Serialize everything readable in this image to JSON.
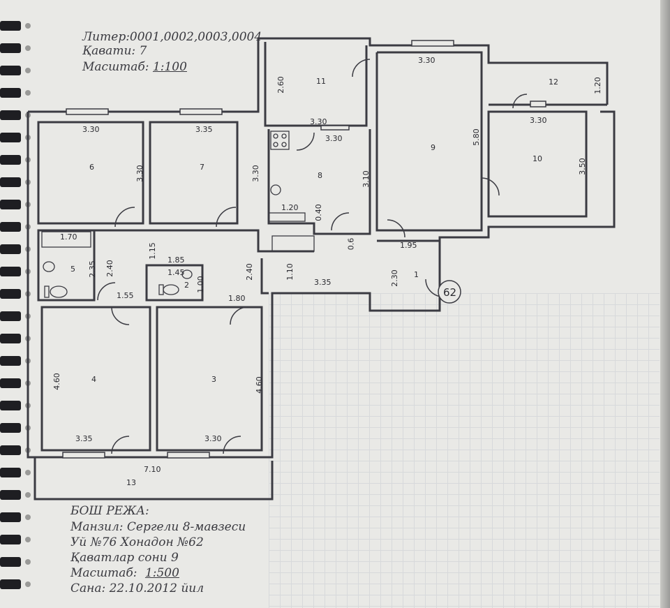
{
  "header": {
    "liter_label": "Литер:0001,0002,0003,0004",
    "floor_label": "Қавати: 7",
    "scale_prefix": "Масштаб:",
    "scale_value": "1:100"
  },
  "rooms": {
    "r1": "1",
    "r2": "2",
    "r3": "3",
    "r4": "4",
    "r5": "5",
    "r6": "6",
    "r7": "7",
    "r8": "8",
    "r9": "9",
    "r10": "10",
    "r11": "11",
    "r12": "12",
    "r13": "13"
  },
  "apartment_badge": "62",
  "dimensions": {
    "d6_top": "3.30",
    "d6_side": "3.30",
    "d7_top": "3.35",
    "d7_side": "3.30",
    "d11_side": "2.60",
    "d8_a": "3.30",
    "d8_b": "3.30",
    "d8_side": "3.10",
    "d8_small": "1.20",
    "d8_small2": "0.40",
    "d_06": "0.6",
    "d9_top": "3.30",
    "d9_side": "5.80",
    "d12_side": "1.20",
    "d10_top": "3.30",
    "d10_side": "3.50",
    "d5_top": "1.70",
    "d5_a": "2.35",
    "d5_b": "2.40",
    "d5_c": "1.55",
    "d_115": "1.15",
    "d_185": "1.85",
    "d2_a": "1.45",
    "d2_b": "1.00",
    "d_240": "2.40",
    "d_110": "1.10",
    "d_335": "3.35",
    "d_180": "1.80",
    "d1_a": "1.95",
    "d1_b": "2.30",
    "d4_side": "4.60",
    "d4_bot": "3.35",
    "d3_side": "4.60",
    "d3_bot": "3.30",
    "d13": "7.10"
  },
  "footer": {
    "title": "БОШ РЕЖА:",
    "address": "Манзил: Сергели 8-мавзеси",
    "house": "Уй №76 Хонадон №62",
    "floors": "Қаватлар сони 9",
    "scale_prefix": "Масштаб:",
    "scale_value": "1:500",
    "date": "Сана:  22.10.2012 йил"
  }
}
